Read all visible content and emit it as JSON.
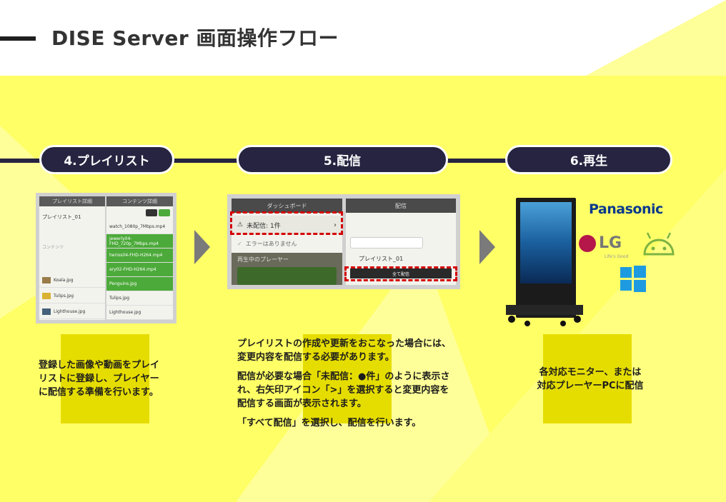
{
  "header": {
    "title": "DISE Server 画面操作フロー"
  },
  "steps": [
    {
      "label": "4.プレイリスト",
      "caption": [
        "登録した画像や動画をプレイ",
        "リストに登録し、プレイヤー",
        "に配信する準備を行います。"
      ]
    },
    {
      "label": "5.配信",
      "caption": [
        "プレイリストの作成や更新をおこなった場合には、",
        "変更内容を配信する必要があります。",
        "配信が必要な場合「未配信：●件」のように表示さ",
        "れ、右矢印アイコン「>」を選択すると変更内容を",
        "配信する画面が表示されます。",
        "「すべて配信」を選択し、配信を行います。"
      ]
    },
    {
      "label": "6.再生",
      "caption": [
        "各対応モニター、または",
        "対応プレーヤーPCに配信"
      ]
    }
  ],
  "playlist_screen": {
    "left_header": "プレイリスト詳細",
    "right_header": "コンテンツ詳細",
    "playlist_name": "プレイリスト_01",
    "section": "コンテンツ",
    "left_files": [
      "Koala.jpg",
      "Tulips.jpg",
      "Lighthouse.jpg"
    ],
    "right_files": [
      "watch_1080p_7Mbps.mp4",
      "jewerly04-FHD_720p_7Mbps.mp4",
      "herios04-FHD-H264.mp4",
      "ary02-FHD-H264.mp4",
      "Penguins.jpg",
      "Tulips.jpg",
      "Lighthouse.jpg"
    ]
  },
  "dashboard_screen": {
    "header": "ダッシュボード",
    "undelivered": "未配信: 1件",
    "no_errors": "エラーはありません",
    "playing": "再生中のプレーヤー"
  },
  "delivery_screen": {
    "header": "配信",
    "playlist": "プレイリスト_01",
    "deliver_all": "全て配信"
  },
  "logos": {
    "panasonic": "Panasonic",
    "lg": "LG",
    "lg_tagline": "Life's Good"
  },
  "colors": {
    "accent_navy": "#262440",
    "stripe_yellow": "#ffff66",
    "highlight": "#e6dd00",
    "alert_red": "#d40000"
  }
}
